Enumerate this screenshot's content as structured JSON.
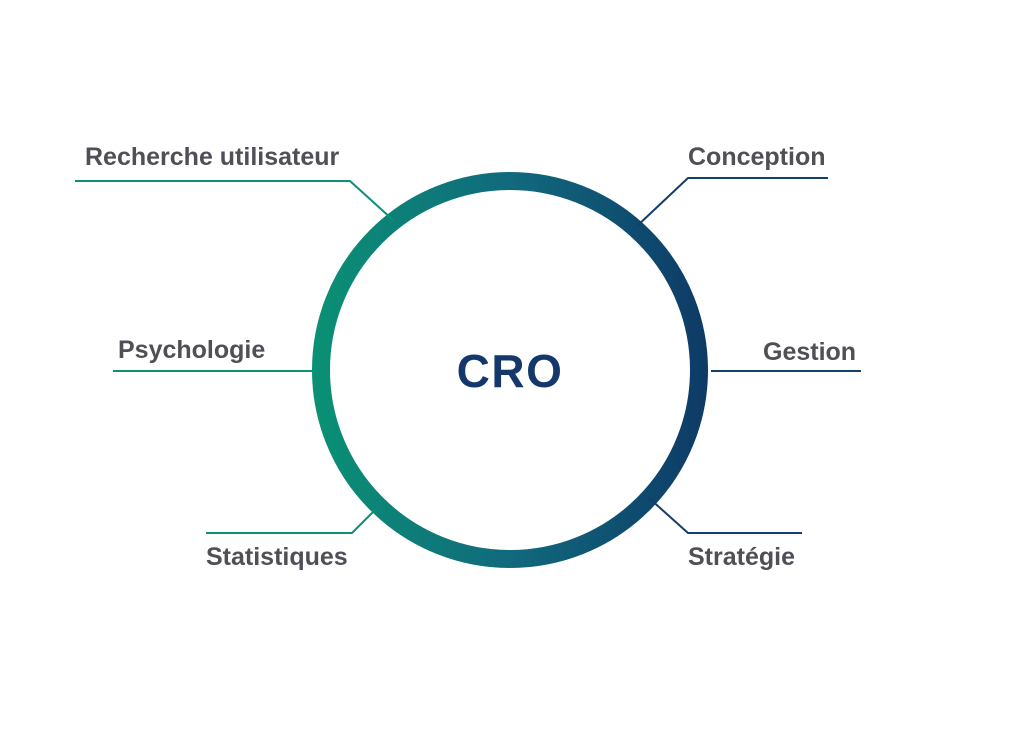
{
  "diagram": {
    "title_hint": "CRO skills mind map",
    "center_label": "CRO",
    "nodes": [
      {
        "id": "recherche-utilisateur",
        "label": "Recherche utilisateur",
        "side": "left"
      },
      {
        "id": "conception",
        "label": "Conception",
        "side": "right"
      },
      {
        "id": "psychologie",
        "label": "Psychologie",
        "side": "left"
      },
      {
        "id": "gestion",
        "label": "Gestion",
        "side": "right"
      },
      {
        "id": "statistiques",
        "label": "Statistiques",
        "side": "left"
      },
      {
        "id": "strategie",
        "label": "Stratégie",
        "side": "right"
      }
    ]
  },
  "colors": {
    "background": "#ffffff",
    "ring_gradient_start": "#0A9174",
    "ring_gradient_mid": "#11687D",
    "ring_gradient_end": "#0D3A66",
    "connector_teal": "#0E9077",
    "connector_navy": "#143E6B",
    "label_text": "#4E4F57",
    "center_text": "#14386B"
  }
}
